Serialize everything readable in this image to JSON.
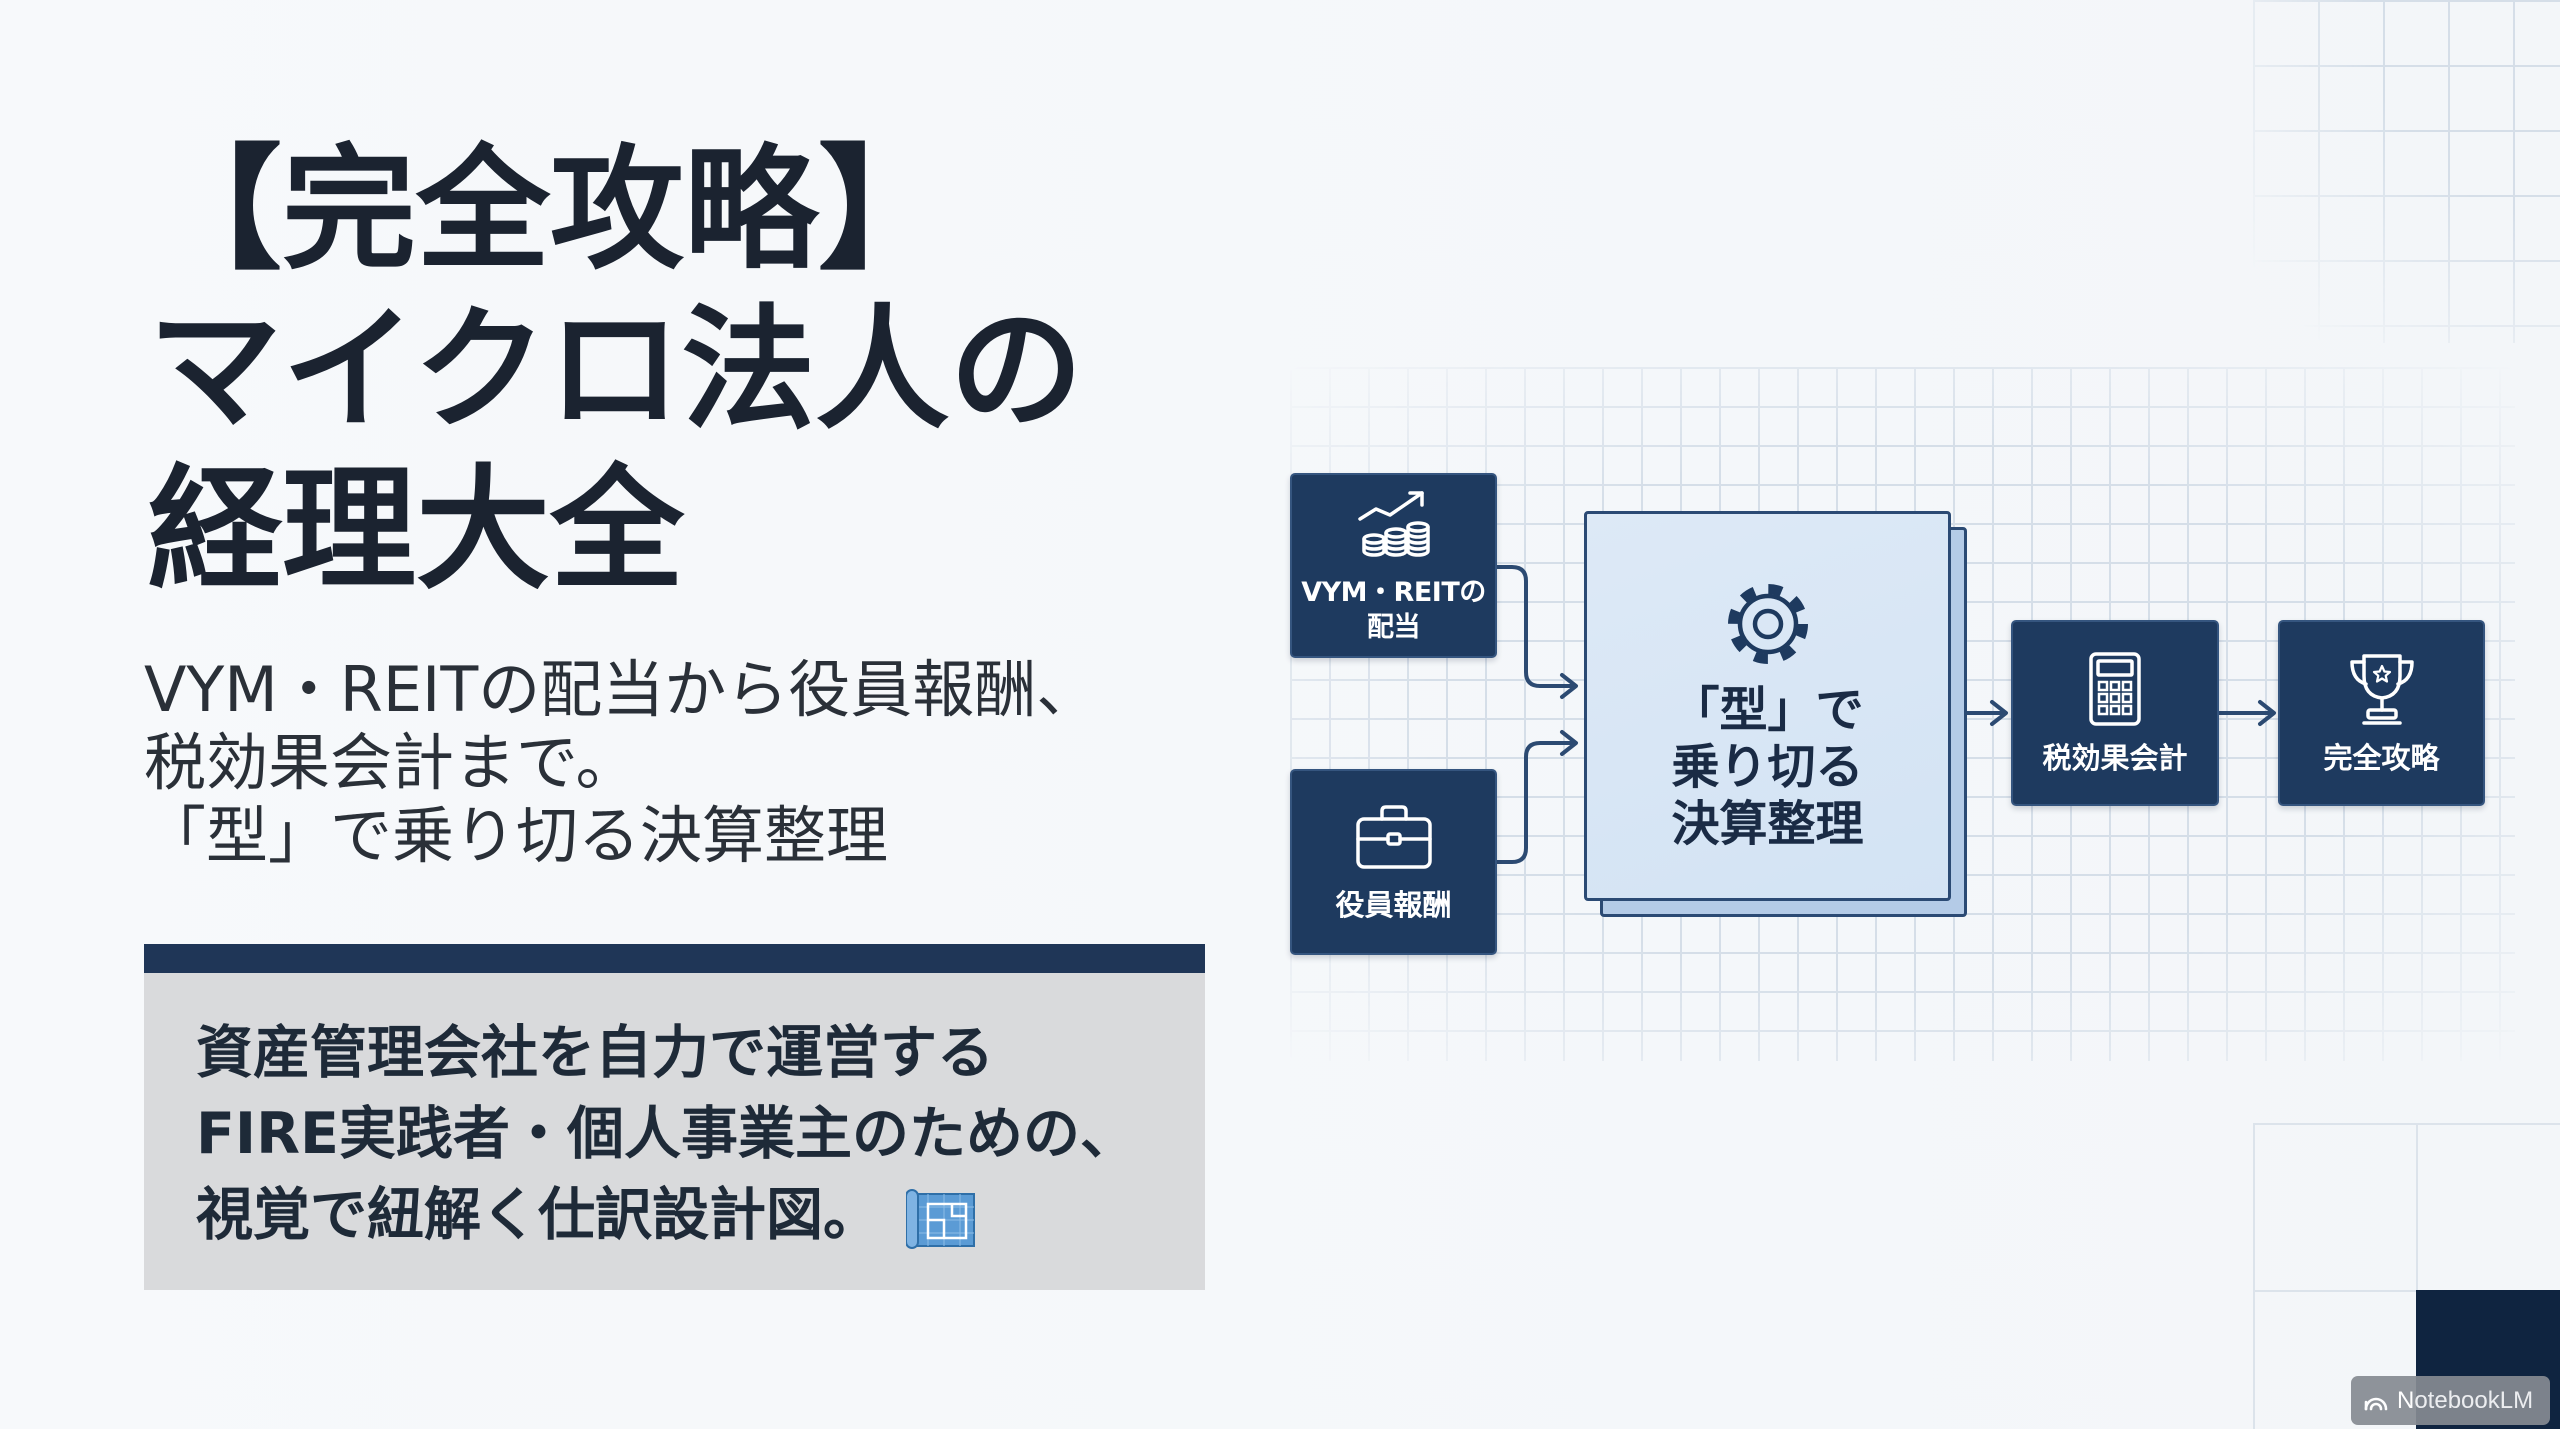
{
  "title": {
    "lines": [
      "【完全攻略】",
      "マイクロ法人の",
      "経理大全"
    ]
  },
  "subtitle": {
    "lines": [
      "VYM・REITの配当から役員報酬、",
      "税効果会計まで。",
      "「型」で乗り切る決算整理"
    ]
  },
  "callout": {
    "lines": [
      "資産管理会社を自力で運営する",
      "FIRE実践者・個人事業主のための、",
      "視覚で紐解く仕訳設計図。"
    ],
    "icon": "blueprint-icon"
  },
  "diagram": {
    "dividends": {
      "lines": [
        "VYM・REITの",
        "配当"
      ],
      "icon": "chart-coins-icon"
    },
    "compensation": {
      "lines": [
        "役員報酬"
      ],
      "icon": "briefcase-icon"
    },
    "core": {
      "lines": [
        "「型」で",
        "乗り切る",
        "決算整理"
      ],
      "icon": "gear-icon"
    },
    "tax_effect": {
      "lines": [
        "税効果会計"
      ],
      "icon": "calculator-icon"
    },
    "goal": {
      "lines": [
        "完全攻略"
      ],
      "icon": "trophy-icon"
    }
  },
  "badge": {
    "label": "NotebookLM",
    "icon": "notebooklm-icon"
  },
  "colors": {
    "background": "#f3f6f9",
    "title_text": "#1b2330",
    "body_text": "#2a3038",
    "callout_text": "#1e2a38",
    "navy": "#1e3a5f",
    "node_border": "#35557f",
    "accent_bar": "#1f3657",
    "callout_bg": "#d9dadc",
    "core_fill": "#d3e3f4",
    "core_back": "#b4cbe7",
    "core_border": "#2b4a74",
    "connector": "#2c4a72",
    "grid_line": "#d5dee8",
    "corner_block": "#0f2440",
    "badge_bg": "#868b92"
  }
}
